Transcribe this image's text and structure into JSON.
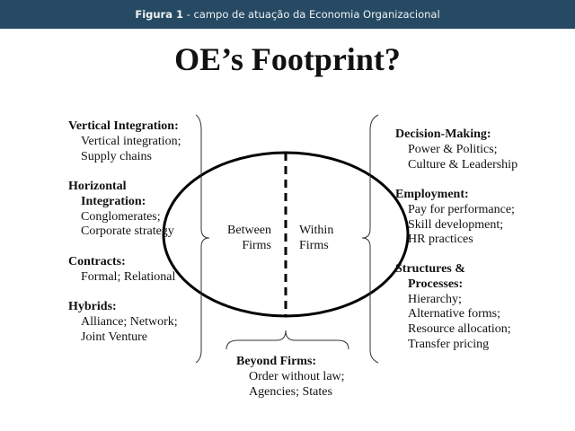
{
  "header": {
    "figure_label": "Figura 1",
    "caption": " - campo de atuação da Economia Organizacional"
  },
  "title": "OE’s Footprint?",
  "left": {
    "vertical": {
      "heading": "Vertical Integration:",
      "items": [
        "Vertical integration;",
        "Supply chains"
      ]
    },
    "horizontal": {
      "heading": [
        "Horizontal",
        "Integration:"
      ],
      "items": [
        "Conglomerates;",
        "Corporate strategy"
      ]
    },
    "contracts": {
      "heading": "Contracts:",
      "items": [
        "Formal; Relational"
      ]
    },
    "hybrids": {
      "heading": "Hybrids:",
      "items": [
        "Alliance; Network;",
        "Joint Venture"
      ]
    }
  },
  "center": {
    "between": [
      "Between",
      "Firms"
    ],
    "within": [
      "Within",
      "Firms"
    ]
  },
  "right": {
    "decision": {
      "heading": "Decision-Making:",
      "items": [
        "Power & Politics;",
        "Culture & Leadership"
      ]
    },
    "employment": {
      "heading": "Employment:",
      "items": [
        "Pay for performance;",
        "Skill development;",
        "HR practices"
      ]
    },
    "structures": {
      "heading": [
        "Structures &",
        "Processes:"
      ],
      "items": [
        "Hierarchy;",
        "Alternative forms;",
        "Resource allocation;",
        "Transfer pricing"
      ]
    }
  },
  "bottom": {
    "heading": "Beyond Firms:",
    "items": [
      "Order without law;",
      "Agencies; States"
    ]
  }
}
